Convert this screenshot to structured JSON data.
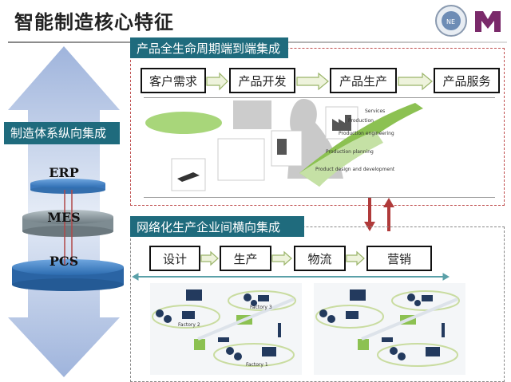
{
  "title": "智能制造核心特征",
  "vertical": {
    "label": "制造体系纵向集成",
    "layers": [
      "ERP",
      "MES",
      "PCS"
    ]
  },
  "lifecycle": {
    "header": "产品全生命周期端到端集成",
    "steps": [
      "客户需求",
      "产品开发",
      "产品生产",
      "产品服务"
    ],
    "stages": [
      "Services",
      "Production",
      "Production engineering",
      "Production planning",
      "Product design and development"
    ]
  },
  "network": {
    "header": "网络化生产企业间横向集成",
    "steps": [
      "设计",
      "生产",
      "物流",
      "营销"
    ],
    "factories": [
      "Factory 1",
      "Factory 2",
      "Factory 3"
    ]
  },
  "colors": {
    "header": "#1f6b7d",
    "arrow_red": "#b03a3a",
    "green": "#7cb342",
    "panel_border_red": "#c05050"
  }
}
